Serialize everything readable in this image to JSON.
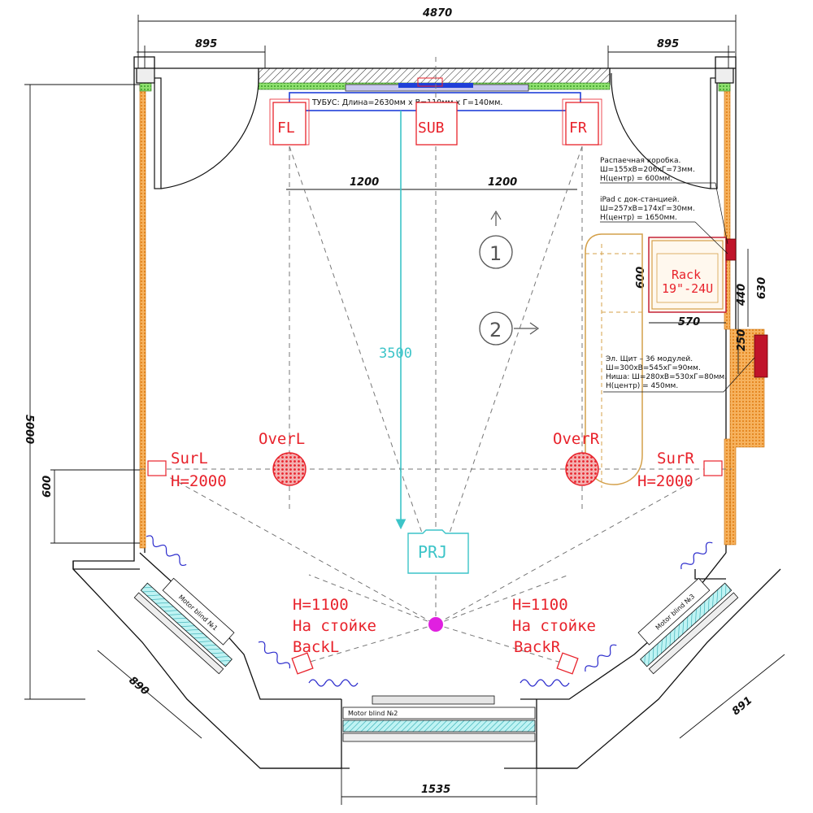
{
  "colors": {
    "wall": "#111111",
    "orange": "#f39a2b",
    "green": "#5fc94a",
    "red": "#e8222b",
    "cyan": "#3cc4c8",
    "magenta": "#e020e0",
    "blue": "#1f3fd8",
    "dark_red": "#c0142a",
    "tan": "#d4a04a"
  },
  "dimensions": {
    "overall_width": "4870",
    "door_left": "895",
    "door_right": "895",
    "overall_height": "5000",
    "fl_offset": "1200",
    "fr_offset": "1200",
    "throw": "3500",
    "side_600": "600",
    "rack_depth": "600",
    "rack_width": "570",
    "wall_630": "630",
    "wall_440": "440",
    "wall_250": "250",
    "bay_left": "890",
    "bay_right": "891",
    "bay_bottom": "1535"
  },
  "tube_label": "ТУБУС: Длина=2630мм х В=110мм х Г=140мм.",
  "speakers": {
    "fl": "FL",
    "sub": "SUB",
    "fr": "FR",
    "over_l": "OverL",
    "over_r": "OverR",
    "sur_l": "SurL",
    "sur_l_h": "H=2000",
    "sur_r": "SurR",
    "sur_r_h": "H=2000",
    "back_l_h": "H=1100",
    "back_l_stand": "На стойке",
    "back_l": "BackL",
    "back_r_h": "H=1100",
    "back_r_stand": "На стойке",
    "back_r": "BackR"
  },
  "projector": "PRJ",
  "rows": {
    "row1": "1",
    "row2": "2"
  },
  "rack": {
    "line1": "Rack",
    "line2": "19\"-24U"
  },
  "notes": {
    "junction": [
      "Распаечная коробка.",
      "Ш=155хВ=206хГ=73мм.",
      "Н(центр) = 600мм."
    ],
    "ipad": [
      "iPad с док-станцией.",
      "Ш=257хВ=174хГ=30мм.",
      "Н(центр) = 1650мм."
    ],
    "panel": [
      "Эл. Щит – 36 модулей.",
      "Ш=300хВ=545хГ=90мм.",
      "Ниша: Ш=280хВ=530хГ=80мм.",
      "Н(центр) = 450мм."
    ]
  },
  "blinds": {
    "b1": "Motor blind №1",
    "b2": "Motor blind №2",
    "b3": "Motor blind №3"
  }
}
